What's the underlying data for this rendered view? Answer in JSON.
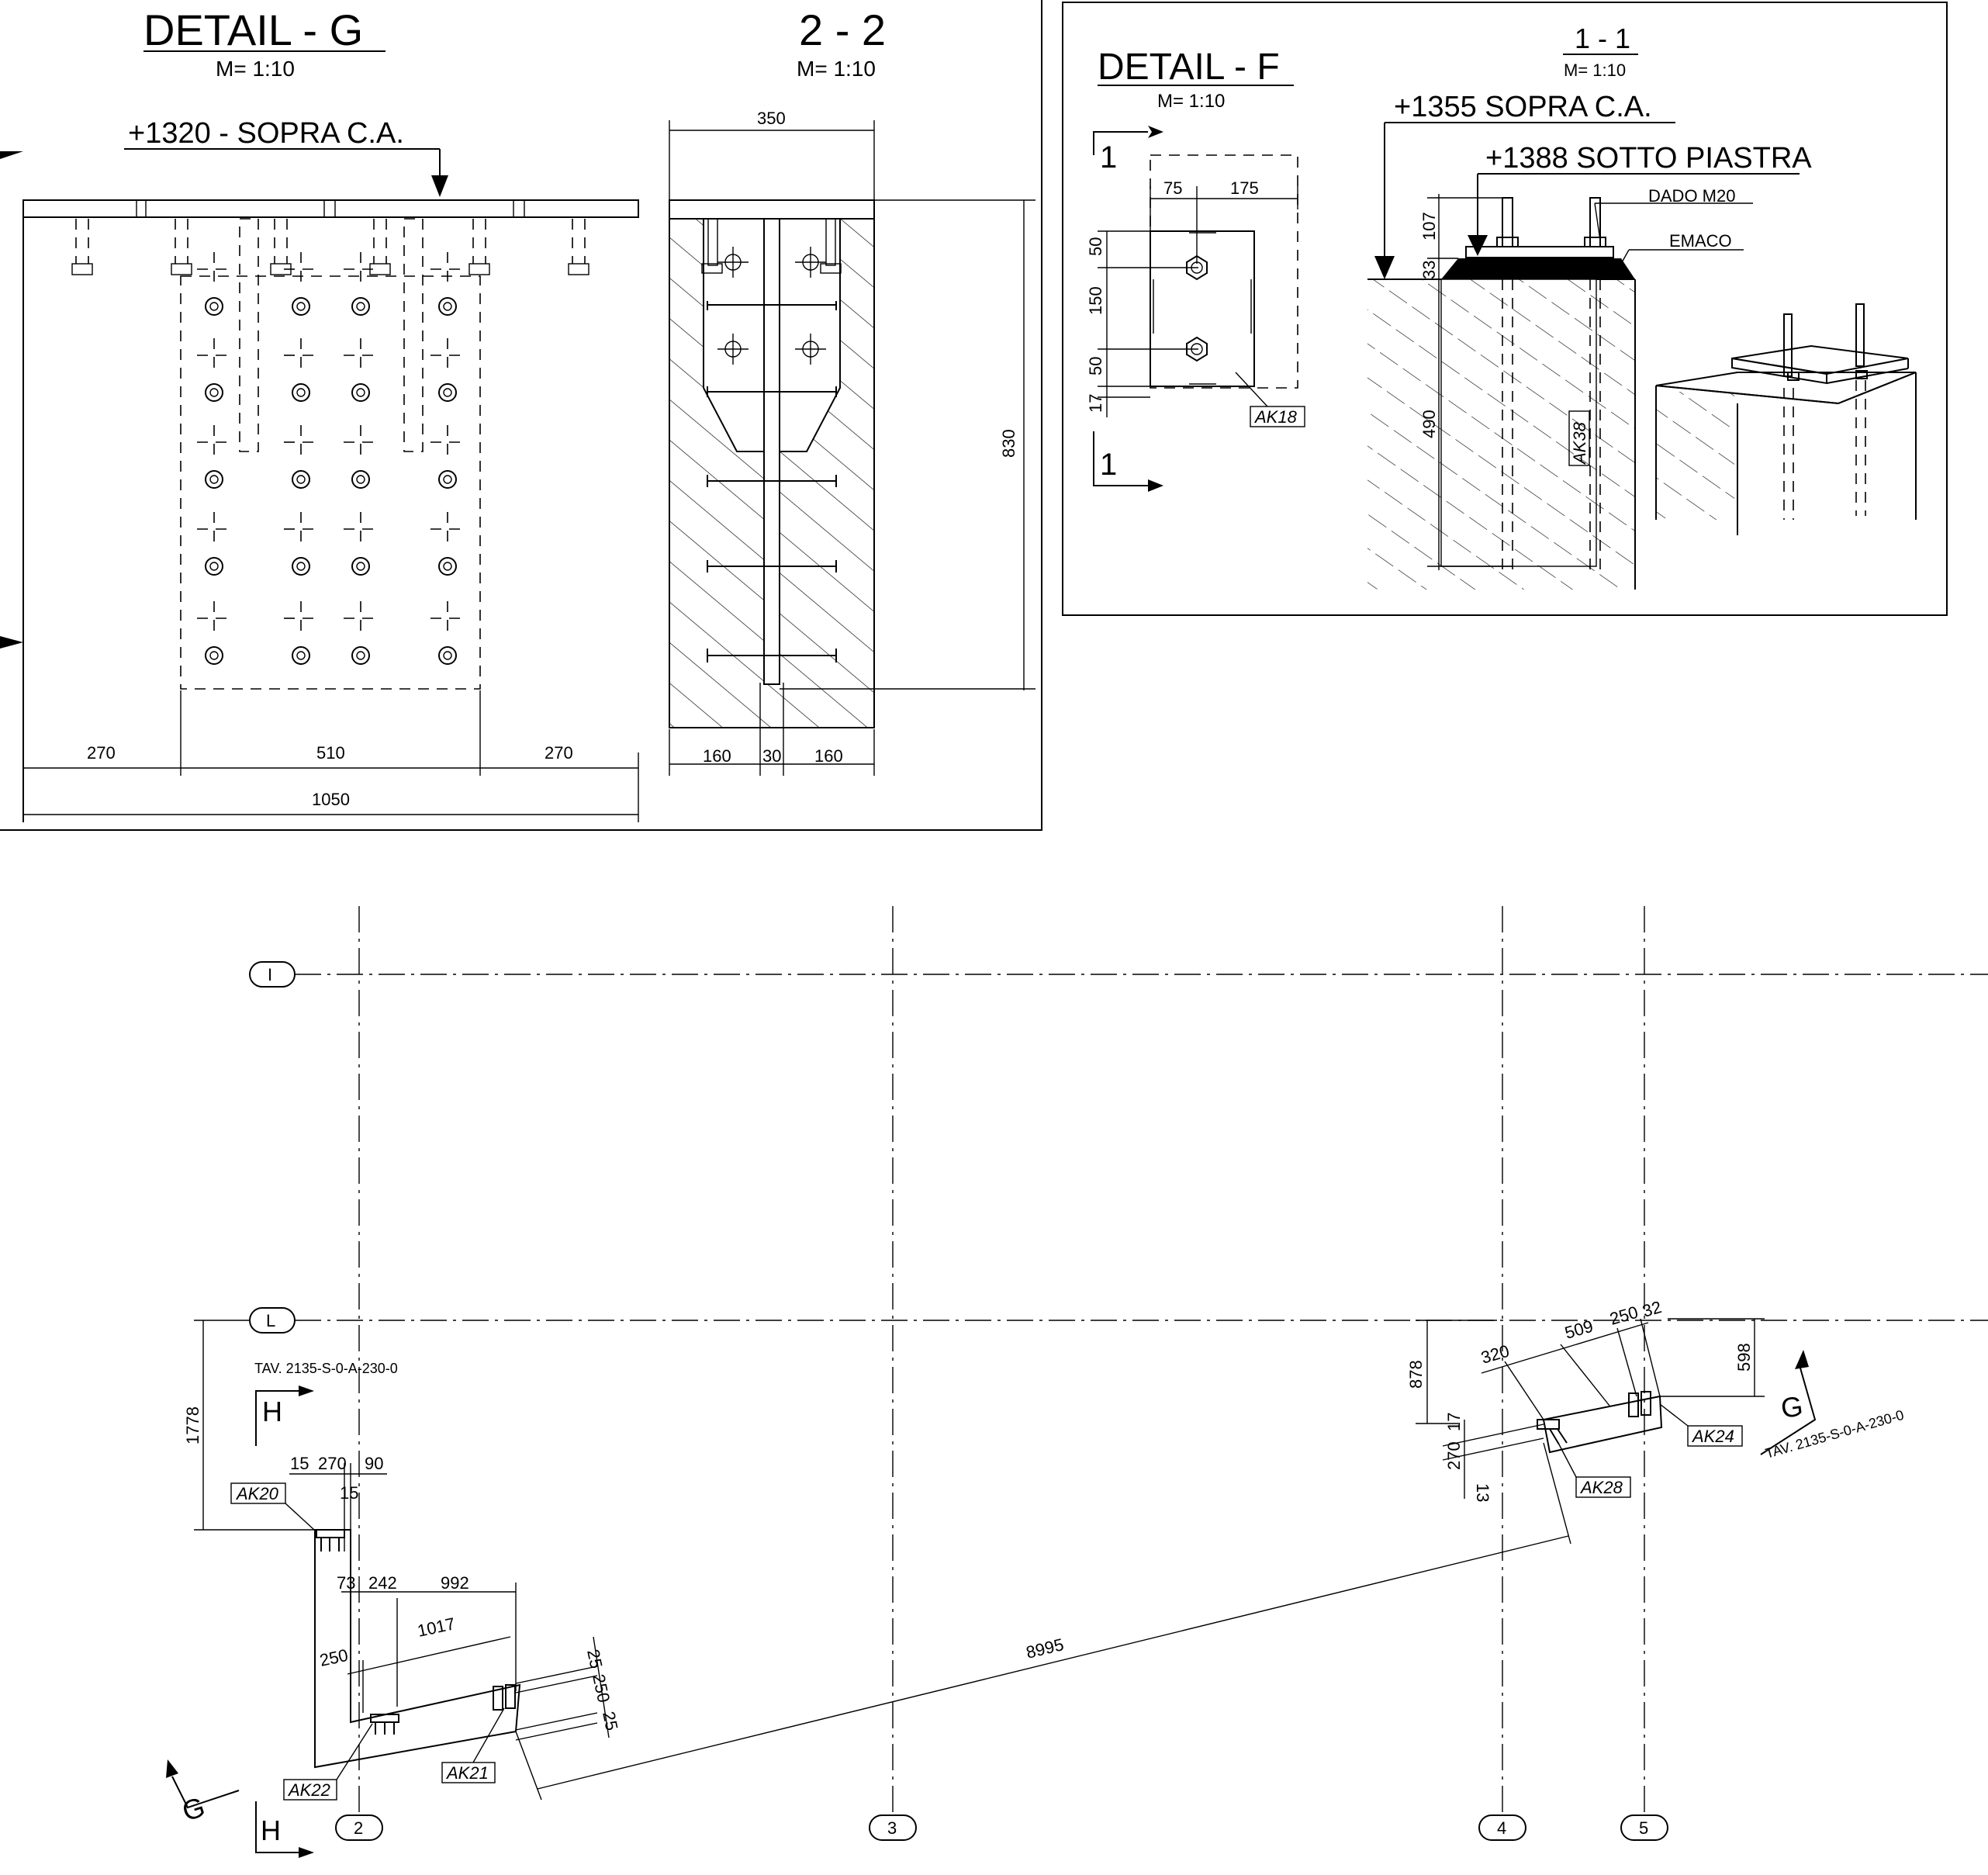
{
  "detail_g": {
    "title": "DETAIL - G",
    "scale": "M=  1:10",
    "elevation": "+1320 - SOPRA C.A.",
    "dims": {
      "d270a": "270",
      "d510": "510",
      "d270b": "270",
      "d1050": "1050"
    }
  },
  "section_22": {
    "title": "2 - 2",
    "scale": "M=  1:10",
    "dims": {
      "d350": "350",
      "d830": "830",
      "d160a": "160",
      "d30": "30",
      "d160b": "160"
    }
  },
  "detail_f": {
    "title": "DETAIL - F",
    "scale": "M=  1:10",
    "section_mark": "1",
    "dims": {
      "d75": "75",
      "d175": "175",
      "d50a": "50",
      "d150": "150",
      "d50b": "50",
      "d17": "17"
    },
    "tag": "AK18"
  },
  "section_11": {
    "title": "1 - 1",
    "scale": "M=  1:10",
    "elev_top": "+1355 SOPRA C.A.",
    "elev_plate": "+1388 SOTTO PIASTRA",
    "label_nut": "DADO M20",
    "label_grout": "EMACO",
    "dims": {
      "d107": "107",
      "d33": "33",
      "d490": "490"
    },
    "tag": "AK38"
  },
  "plan": {
    "grid_rows": [
      "I",
      "L"
    ],
    "grid_cols": [
      "2",
      "3",
      "4",
      "5"
    ],
    "ref_left": "TAV. 2135-S-0-A-230-0",
    "ref_right": "TAV. 2135-S-0-A-230-0",
    "sec_h": "H",
    "sec_g": "G",
    "tags": [
      "AK20",
      "AK22",
      "AK21",
      "AK24",
      "AK28"
    ],
    "dims_left": {
      "d1778": "1778",
      "d15a": "15",
      "d270": "270",
      "d90": "90",
      "d15b": "15",
      "d73": "73",
      "d242": "242",
      "d992": "992",
      "d250": "250",
      "d1017": "1017",
      "d25a": "25",
      "d250b": "250",
      "d25b": "25"
    },
    "dims_right": {
      "d878": "878",
      "d320": "320",
      "d509": "509",
      "d250": "250",
      "d32": "32",
      "d598": "598",
      "d17": "17",
      "d270": "270",
      "d13": "13"
    },
    "d8995": "8995"
  }
}
